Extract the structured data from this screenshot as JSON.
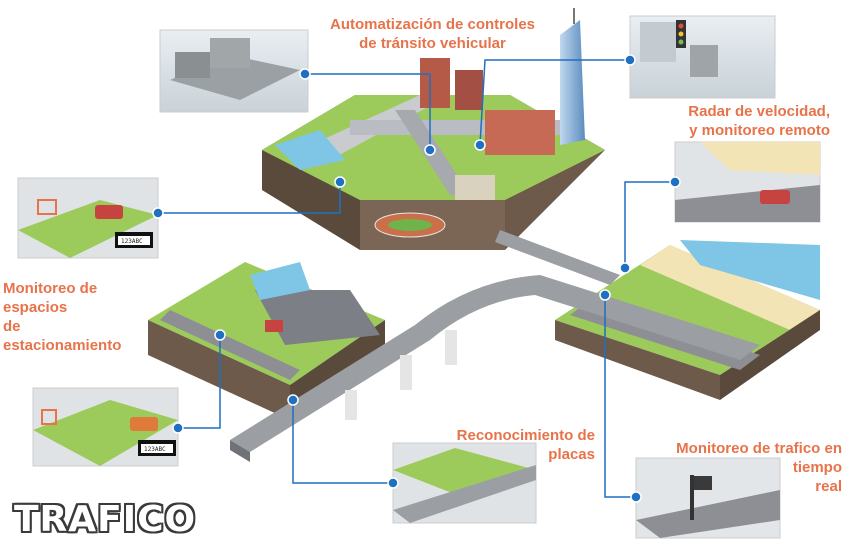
{
  "title": "TRAFICO",
  "labels": {
    "automation": "Automatización de controles\nde tránsito vehicular",
    "radar": "Radar de velocidad,\ny monitoreo remoto",
    "parking": "Monitoreo de\nespacios\nde\nestacionamiento",
    "plates": "Reconocimiento de\nplacas",
    "realtime": "Monitoreo de trafico en\ntiempo\nreal"
  },
  "plate_numbers": [
    "123ABC",
    "123ABC"
  ],
  "colors": {
    "label": "#e8734a",
    "connector": "#1f6fc2",
    "grass": "#9ccb5b",
    "soil": "#6e5a4a",
    "road": "#8d8f94",
    "water": "#7fc6e6",
    "sand": "#f3e4b6"
  }
}
